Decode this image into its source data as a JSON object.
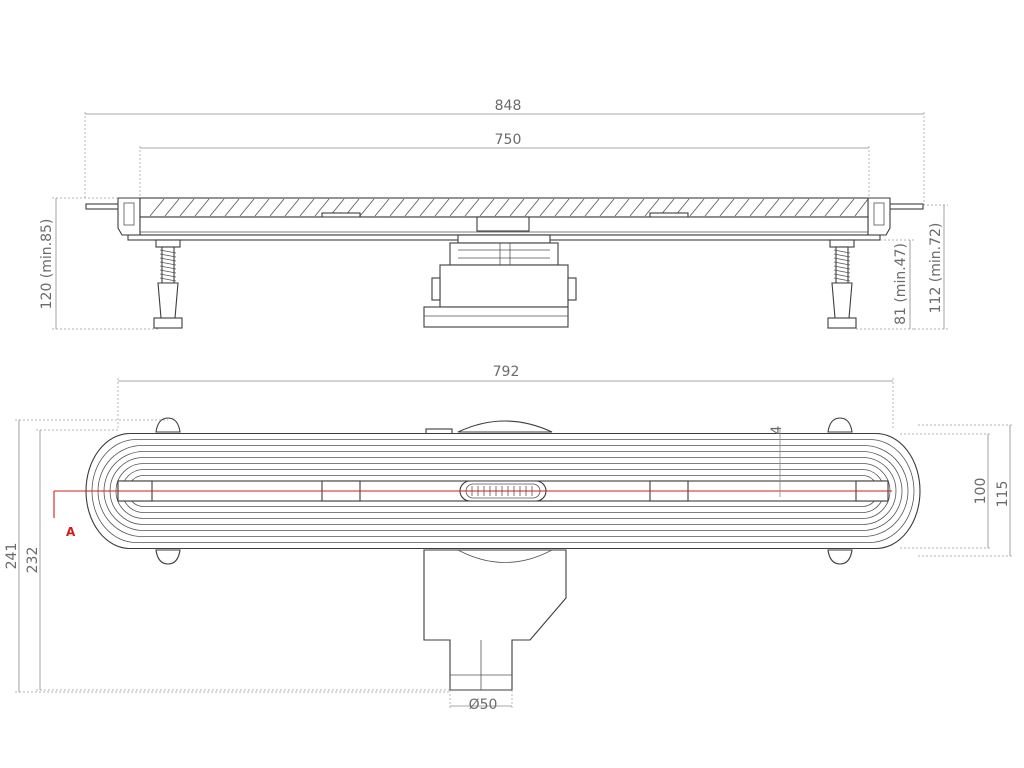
{
  "side_view": {
    "dim_overall_length": "848",
    "dim_channel_length": "750",
    "dim_total_height": "120 (min.85)",
    "dim_foot_height": "81 (min.47)",
    "dim_outlet_height": "112 (min.72)"
  },
  "top_view": {
    "dim_grate_length": "792",
    "dim_flange_width": "241",
    "dim_body_width": "232",
    "dim_channel_width": "100",
    "dim_outer_width": "115",
    "dim_small": "4",
    "dim_outlet_diameter": "Ø50",
    "section_marker": "A"
  },
  "colors": {
    "line": "#3c3c3c",
    "dimension": "#8a8a8a",
    "section_line": "#d41b1b"
  }
}
